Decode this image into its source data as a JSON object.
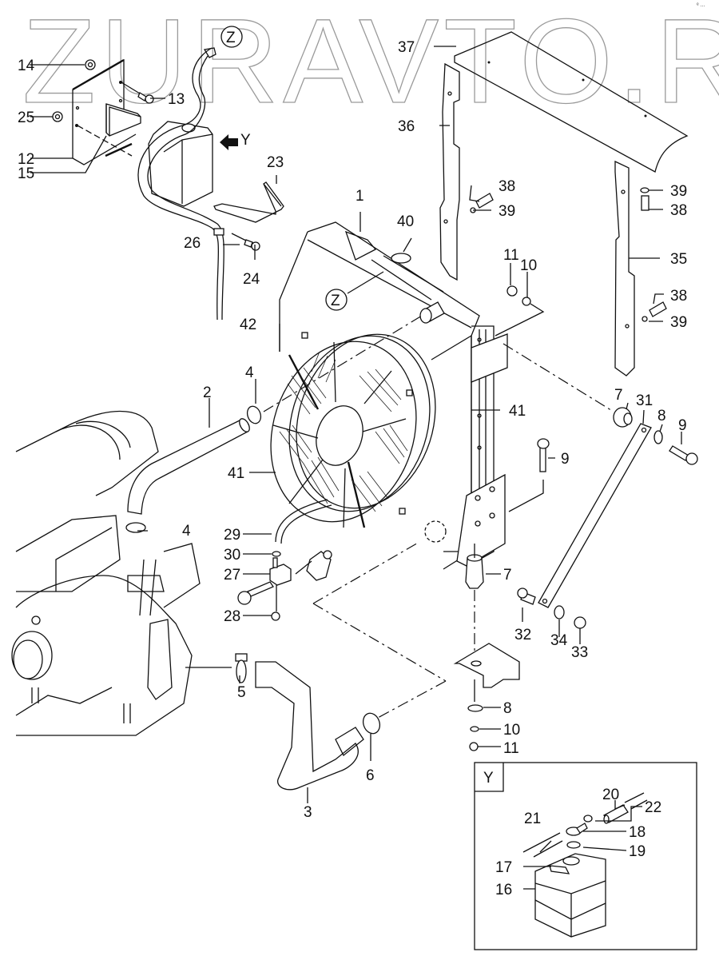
{
  "watermark": "ZURAVTO.RU",
  "corner_mark": "ᵉ ...",
  "view_markers": {
    "z_top": "Z",
    "z_radiator": "Z",
    "y_arrow": "Y",
    "y_inset_title": "Y"
  },
  "callouts": [
    {
      "id": "c1",
      "label": "1"
    },
    {
      "id": "c2",
      "label": "2"
    },
    {
      "id": "c3",
      "label": "3"
    },
    {
      "id": "c4a",
      "label": "4"
    },
    {
      "id": "c4b",
      "label": "4"
    },
    {
      "id": "c5",
      "label": "5"
    },
    {
      "id": "c6",
      "label": "6"
    },
    {
      "id": "c7a",
      "label": "7"
    },
    {
      "id": "c7b",
      "label": "7"
    },
    {
      "id": "c8a",
      "label": "8"
    },
    {
      "id": "c8b",
      "label": "8"
    },
    {
      "id": "c9a",
      "label": "9"
    },
    {
      "id": "c9b",
      "label": "9"
    },
    {
      "id": "c10a",
      "label": "10"
    },
    {
      "id": "c10b",
      "label": "10"
    },
    {
      "id": "c11a",
      "label": "11"
    },
    {
      "id": "c11b",
      "label": "11"
    },
    {
      "id": "c12",
      "label": "12"
    },
    {
      "id": "c13",
      "label": "13"
    },
    {
      "id": "c14",
      "label": "14"
    },
    {
      "id": "c15",
      "label": "15"
    },
    {
      "id": "c16",
      "label": "16"
    },
    {
      "id": "c17",
      "label": "17"
    },
    {
      "id": "c18",
      "label": "18"
    },
    {
      "id": "c19",
      "label": "19"
    },
    {
      "id": "c20",
      "label": "20"
    },
    {
      "id": "c21",
      "label": "21"
    },
    {
      "id": "c22",
      "label": "22"
    },
    {
      "id": "c23",
      "label": "23"
    },
    {
      "id": "c24",
      "label": "24"
    },
    {
      "id": "c25",
      "label": "25"
    },
    {
      "id": "c26",
      "label": "26"
    },
    {
      "id": "c27",
      "label": "27"
    },
    {
      "id": "c28",
      "label": "28"
    },
    {
      "id": "c29",
      "label": "29"
    },
    {
      "id": "c30",
      "label": "30"
    },
    {
      "id": "c31",
      "label": "31"
    },
    {
      "id": "c32",
      "label": "32"
    },
    {
      "id": "c33",
      "label": "33"
    },
    {
      "id": "c34",
      "label": "34"
    },
    {
      "id": "c35",
      "label": "35"
    },
    {
      "id": "c36",
      "label": "36"
    },
    {
      "id": "c37",
      "label": "37"
    },
    {
      "id": "c38a",
      "label": "38"
    },
    {
      "id": "c38b",
      "label": "38"
    },
    {
      "id": "c38c",
      "label": "38"
    },
    {
      "id": "c39a",
      "label": "39"
    },
    {
      "id": "c39b",
      "label": "39"
    },
    {
      "id": "c39c",
      "label": "39"
    },
    {
      "id": "c40",
      "label": "40"
    },
    {
      "id": "c41a",
      "label": "41"
    },
    {
      "id": "c41b",
      "label": "41"
    },
    {
      "id": "c42",
      "label": "42"
    }
  ]
}
